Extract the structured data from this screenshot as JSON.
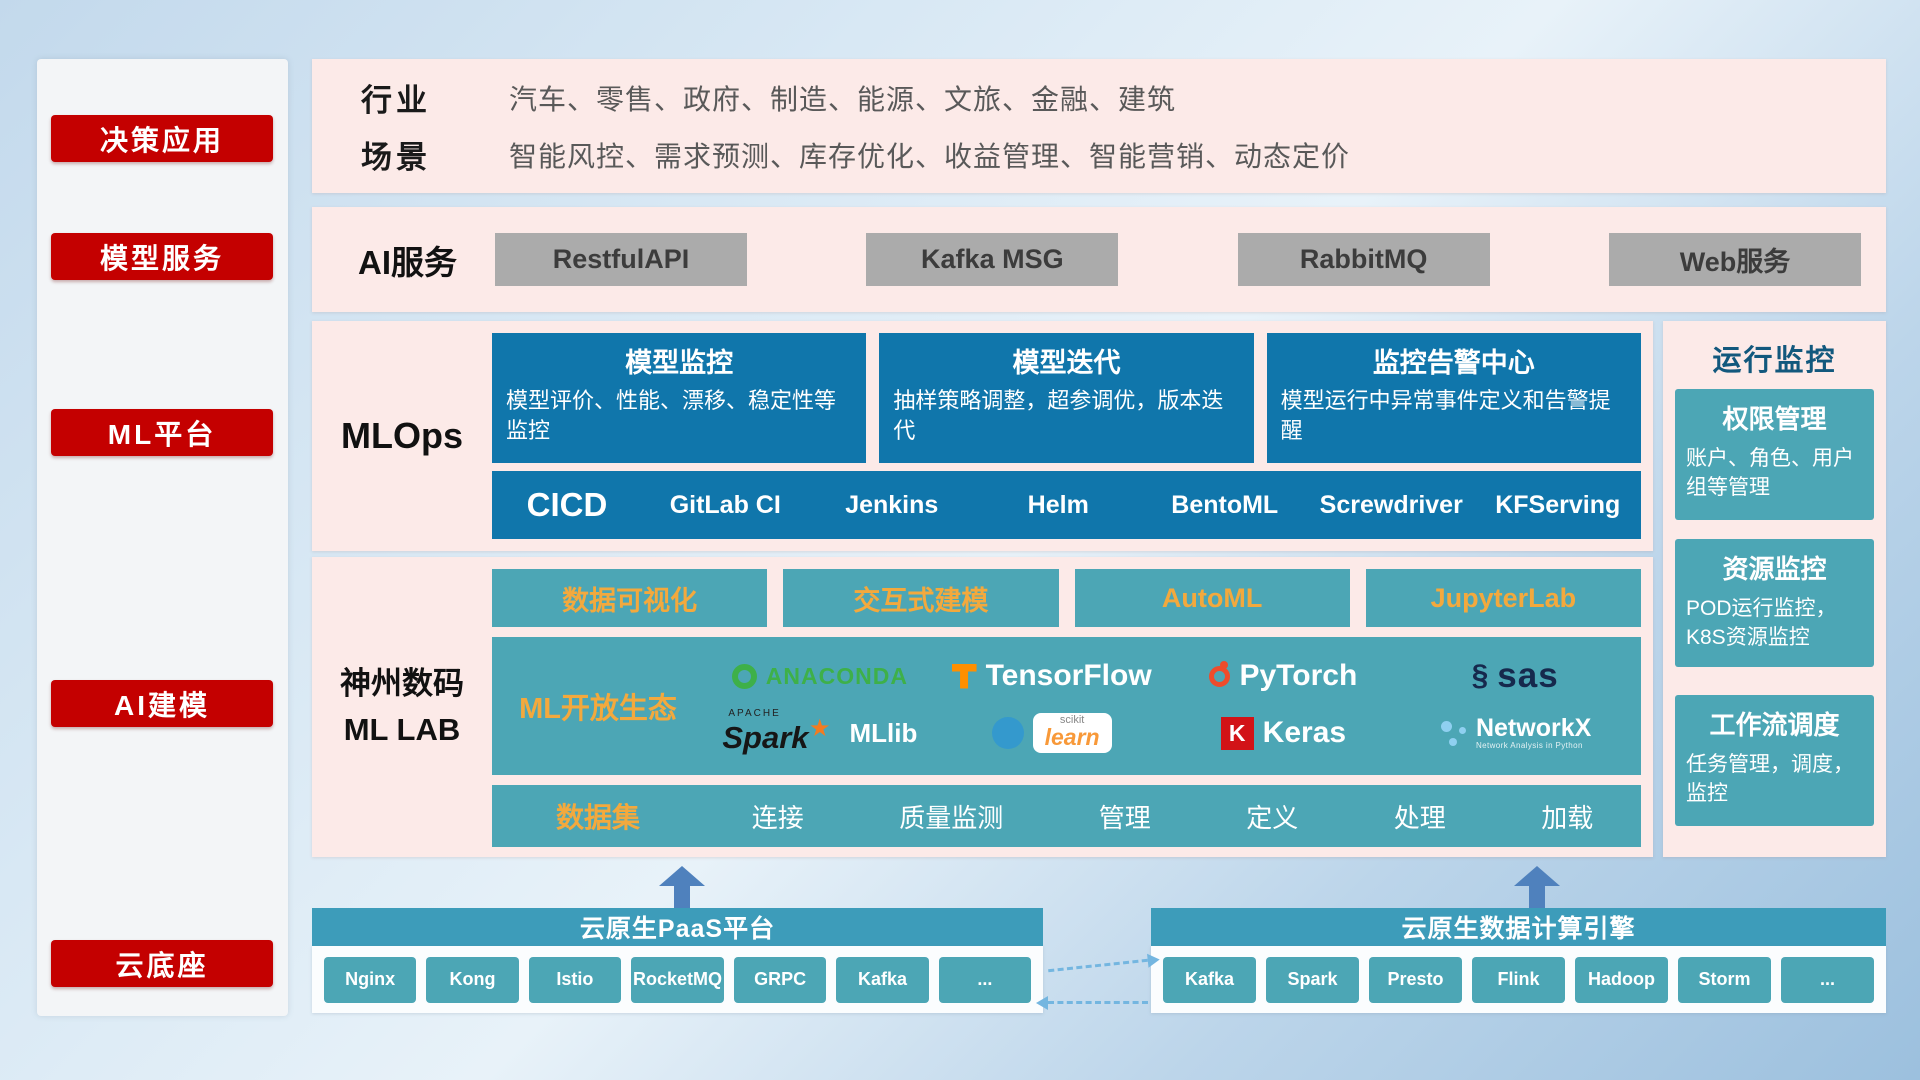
{
  "sidebar": {
    "items": [
      {
        "label": "决策应用"
      },
      {
        "label": "模型服务"
      },
      {
        "label": "ML平台"
      },
      {
        "label": "AI建模"
      },
      {
        "label": "云底座"
      }
    ]
  },
  "industry": {
    "rows": [
      {
        "label": "行业",
        "value": "汽车、零售、政府、制造、能源、文旅、金融、建筑"
      },
      {
        "label": "场景",
        "value": "智能风控、需求预测、库存优化、收益管理、智能营销、动态定价"
      }
    ]
  },
  "ai_service": {
    "label": "AI服务",
    "items": [
      "RestfulAPI",
      "Kafka MSG",
      "RabbitMQ",
      "Web服务"
    ]
  },
  "mlops": {
    "label": "MLOps",
    "cards": [
      {
        "title": "模型监控",
        "desc": "模型评价、性能、漂移、稳定性等监控"
      },
      {
        "title": "模型迭代",
        "desc": "抽样策略调整，超参调优，版本迭代"
      },
      {
        "title": "监控告警中心",
        "desc": "模型运行中异常事件定义和告警提醒"
      }
    ],
    "cicd": {
      "label": "CICD",
      "items": [
        "GitLab CI",
        "Jenkins",
        "Helm",
        "BentoML",
        "Screwdriver",
        "KFServing"
      ]
    }
  },
  "mllab": {
    "label_line1": "神州数码",
    "label_line2": "ML LAB",
    "tools": [
      "数据可视化",
      "交互式建模",
      "AutoML",
      "JupyterLab"
    ],
    "eco": {
      "label": "ML开放生态",
      "logos": {
        "anaconda": "ANACONDA",
        "tensorflow": "TensorFlow",
        "pytorch": "PyTorch",
        "sas": "sas",
        "apache": "APACHE",
        "spark": "Spark",
        "mllib": "MLlib",
        "scikit_top": "scikit",
        "scikit_learn": "learn",
        "keras_k": "K",
        "keras": "Keras",
        "networkx": "NetworkX",
        "networkx_sub": "Network Analysis in Python"
      }
    },
    "dataset": {
      "label": "数据集",
      "items": [
        "连接",
        "质量监测",
        "管理",
        "定义",
        "处理",
        "加载"
      ]
    }
  },
  "monitoring": {
    "title": "运行监控",
    "cards": [
      {
        "title": "权限管理",
        "desc": "账户、角色、用户组等管理"
      },
      {
        "title": "资源监控",
        "desc": "POD运行监控，K8S资源监控"
      },
      {
        "title": "工作流调度",
        "desc": "任务管理，调度，监控"
      }
    ]
  },
  "cloud": {
    "paas": {
      "title": "云原生PaaS平台",
      "items": [
        "Nginx",
        "Kong",
        "Istio",
        "RocketMQ",
        "GRPC",
        "Kafka",
        "..."
      ]
    },
    "engine": {
      "title": "云原生数据计算引擎",
      "items": [
        "Kafka",
        "Spark",
        "Presto",
        "Flink",
        "Hadoop",
        "Storm",
        "..."
      ]
    }
  },
  "colors": {
    "accent_red": "#c40000",
    "panel_pink": "#fceae8",
    "deep_blue": "#1076ab",
    "teal": "#4ca6b5",
    "teal_bar": "#3d9cba",
    "orange": "#f3a93d",
    "gray_button": "#ababab",
    "arrow_blue": "#4f81bd"
  }
}
